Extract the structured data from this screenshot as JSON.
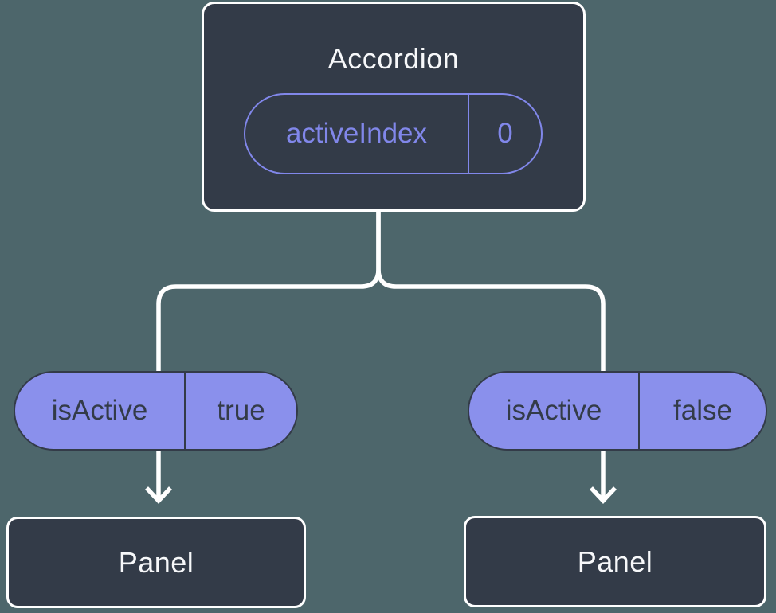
{
  "theme": {
    "canvas-bg": "#4D666B",
    "box-bg": "#333B48",
    "box-border": "#FFFFFF",
    "title-text": "#F7F8FA",
    "purple": "#8187EA",
    "pill-bg": "#8A90EC",
    "pill-text": "#333B48",
    "line": "#FFFFFF"
  },
  "root_component": {
    "title": "Accordion",
    "state": {
      "label": "activeIndex",
      "value": "0"
    }
  },
  "branches": [
    {
      "prop": {
        "label": "isActive",
        "value": "true"
      },
      "child": {
        "title": "Panel"
      }
    },
    {
      "prop": {
        "label": "isActive",
        "value": "false"
      },
      "child": {
        "title": "Panel"
      }
    }
  ]
}
